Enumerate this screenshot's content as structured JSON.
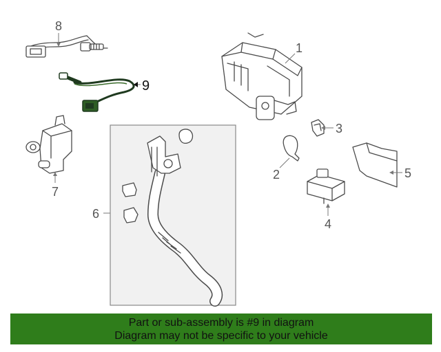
{
  "diagram": {
    "callouts": [
      "1",
      "2",
      "3",
      "4",
      "5",
      "6",
      "7",
      "8",
      "9"
    ],
    "highlighted_part": "9"
  },
  "banner": {
    "line1": "Part or sub-assembly is #9 in diagram",
    "line2": "Diagram may not be specific to your vehicle",
    "color": "#2f7d1b"
  }
}
